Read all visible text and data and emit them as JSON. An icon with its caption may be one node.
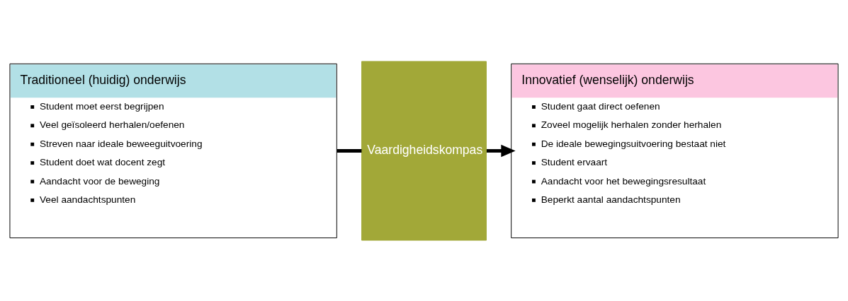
{
  "diagram": {
    "nodes": [
      {
        "text": [
          "Traditioneel (huidig) onderwijs",
          "Student moet eerst begrijpen",
          "Veel geïsoleerd herhalen/oefenen",
          "Streven naar ideale beweeguitvoering",
          "Student doet wat docent zegt",
          "Aandacht voor de beweging",
          "Veel aandachtspunten"
        ]
      },
      {
        "text": [
          "Vaardigheidskompas"
        ]
      },
      {
        "text": [
          "Innovatief (wenselijk) onderwijs",
          "Student gaat direct oefenen",
          "Zoveel mogelijk herhalen zonder herhalen",
          "De ideale bewegingsuitvoering bestaat niet",
          "Student ervaart",
          "Aandacht voor het bewegingsresultaat",
          "Beperkt aantal aandachtspunten"
        ]
      }
    ],
    "edges": [
      {
        "from": 0,
        "to": 1,
        "arrow": "none"
      },
      {
        "from": 1,
        "to": 2,
        "arrow": "to"
      }
    ]
  }
}
